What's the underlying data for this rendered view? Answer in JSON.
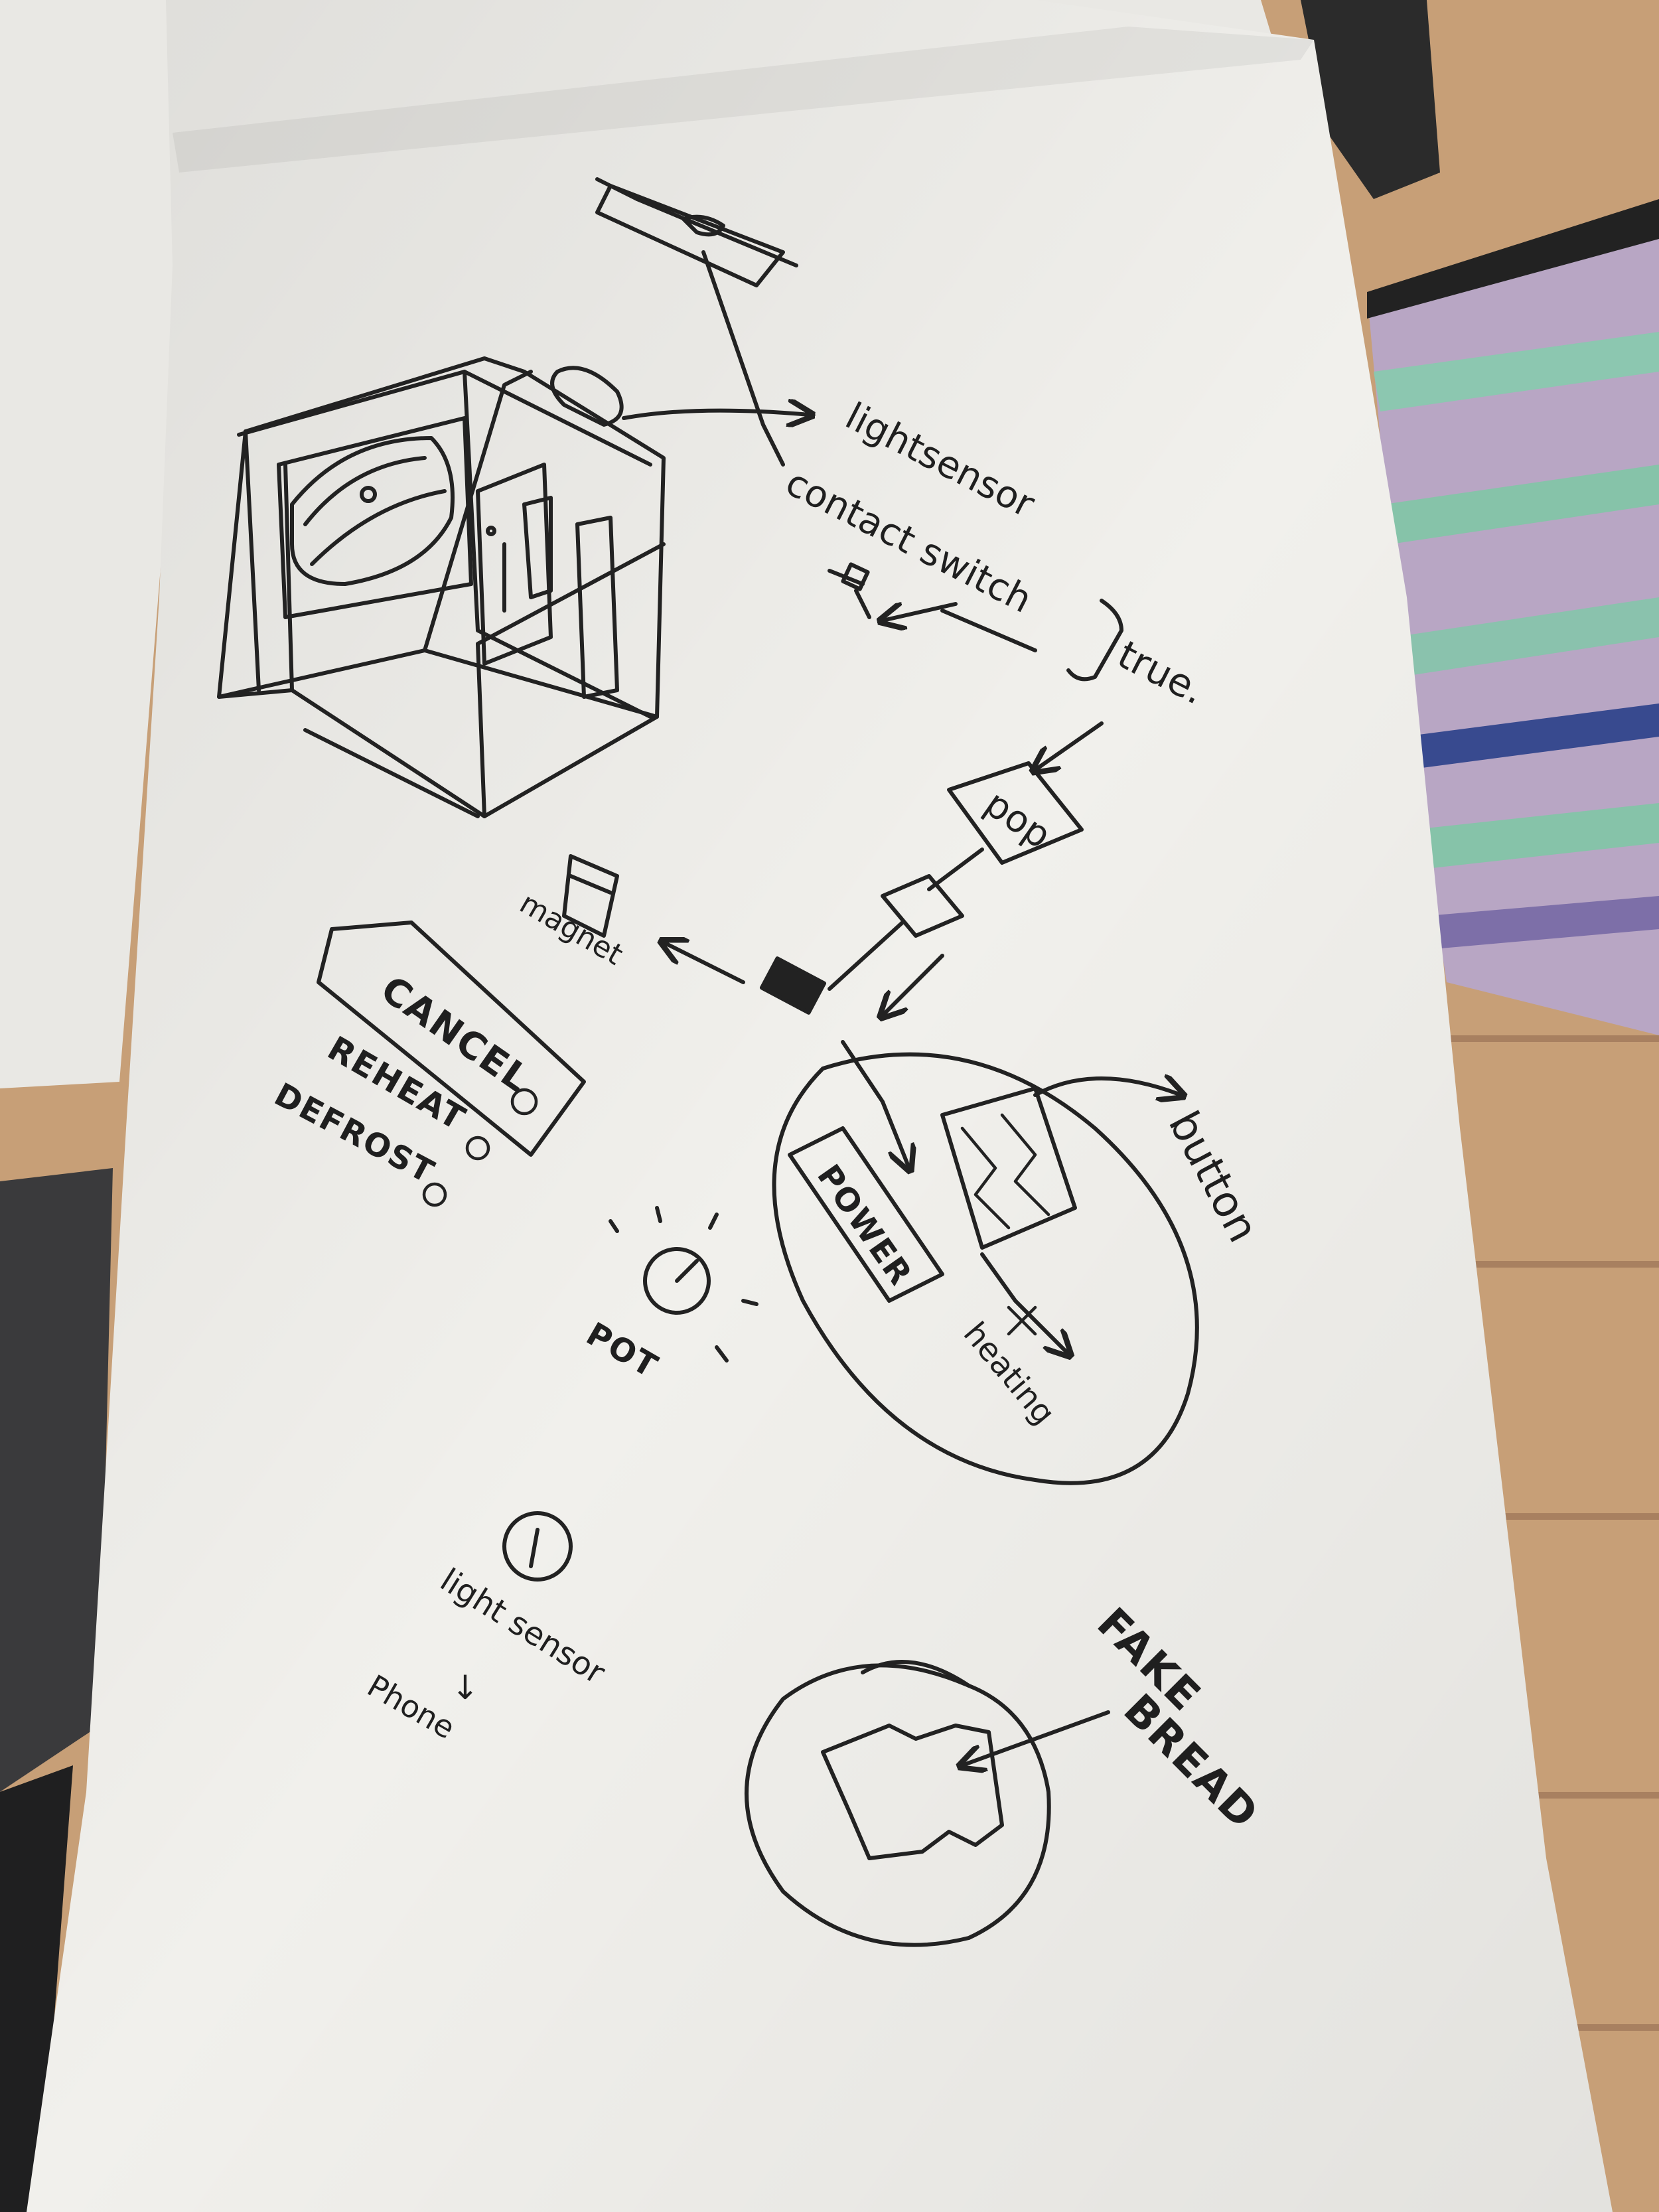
{
  "labels": {
    "light_sensor_top": "lightsensor",
    "contact_switch": "contact switch",
    "true_label": "true.",
    "pop": "pop",
    "magnet": "magnet",
    "cancel": "CANCEL",
    "reheat": "REHEAT",
    "defrost": "DEFROST",
    "power": "POWER",
    "button": "button",
    "heating": "heating",
    "pot": "POT",
    "light_sensor_bottom": "light sensor",
    "arrow_down": "↓",
    "phone": "Phone",
    "fake": "FAKE",
    "bread": "BREAD"
  },
  "colors": {
    "paper": "#f1f0ec",
    "ink": "#222222",
    "wood": "#c9a27a",
    "fabric_stripe_1": "#8fc4b0",
    "fabric_stripe_2": "#b9a6c6"
  }
}
